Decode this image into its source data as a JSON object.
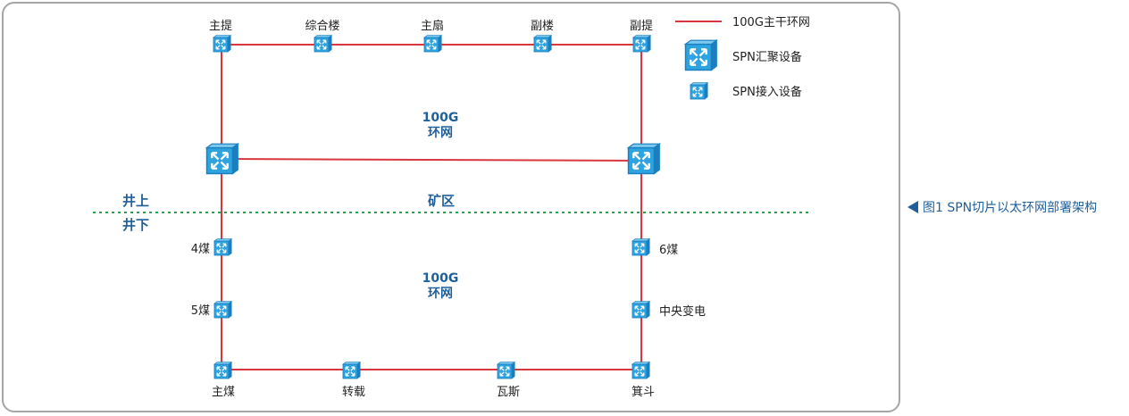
{
  "colors": {
    "ring_line": "#d9363e",
    "divider": "#2e9e4f",
    "device_fill": "#2ea3e0",
    "device_dark": "#1a7fbf",
    "label_blue": "#1f5f9a",
    "frame": "#a6a6a6"
  },
  "rings": [
    {
      "line1": "100G",
      "line2": "环网"
    },
    {
      "line1": "100G",
      "line2": "环网"
    }
  ],
  "zones": {
    "above": "井上",
    "below": "井下",
    "area": "矿区"
  },
  "nodes": {
    "zhuti": "主提",
    "zonghelou": "综合楼",
    "zhushan": "主扇",
    "fulou": "副楼",
    "futi": "副提",
    "mei4": "4煤",
    "mei5": "5煤",
    "mei6": "6煤",
    "zhongyang": "中央变电",
    "zhumei": "主煤",
    "zhuanzai": "转载",
    "wasi": "瓦斯",
    "jidou": "箕斗"
  },
  "legend": {
    "line": "100G主干环网",
    "aggregation": "SPN汇聚设备",
    "access": "SPN接入设备"
  },
  "caption": "图1  SPN切片以太环网部署架构"
}
